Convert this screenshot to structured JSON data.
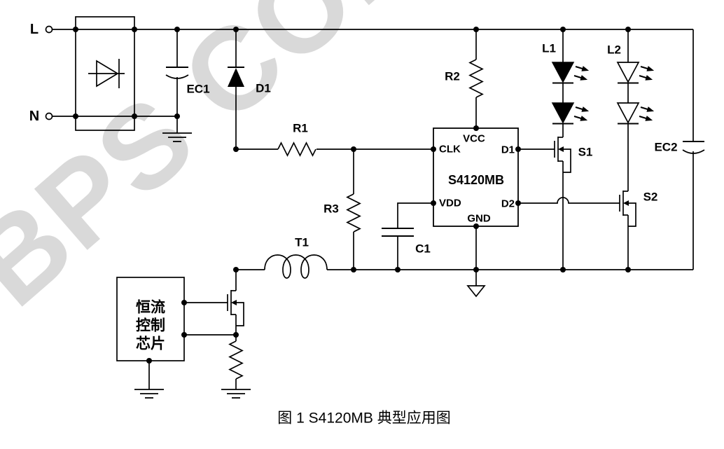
{
  "watermark": {
    "text": "BPS CONF",
    "color": "#d9d9d9"
  },
  "caption": "图 1 S4120MB 典型应用图",
  "terminals": {
    "l": "L",
    "n": "N"
  },
  "labels": {
    "ec1": "EC1",
    "d1": "D1",
    "r1": "R1",
    "r2": "R2",
    "r3": "R3",
    "c1": "C1",
    "t1": "T1",
    "l1": "L1",
    "l2": "L2",
    "s1": "S1",
    "s2": "S2",
    "ec2": "EC2"
  },
  "ic": {
    "name": "S4120MB",
    "pins": {
      "vcc": "VCC",
      "clk": "CLK",
      "vdd": "VDD",
      "gnd": "GND",
      "d1": "D1",
      "d2": "D2"
    }
  },
  "control_chip": {
    "lines": [
      "恒流",
      "控制",
      "芯片"
    ]
  },
  "colors": {
    "line": "#000000",
    "background": "#ffffff"
  }
}
